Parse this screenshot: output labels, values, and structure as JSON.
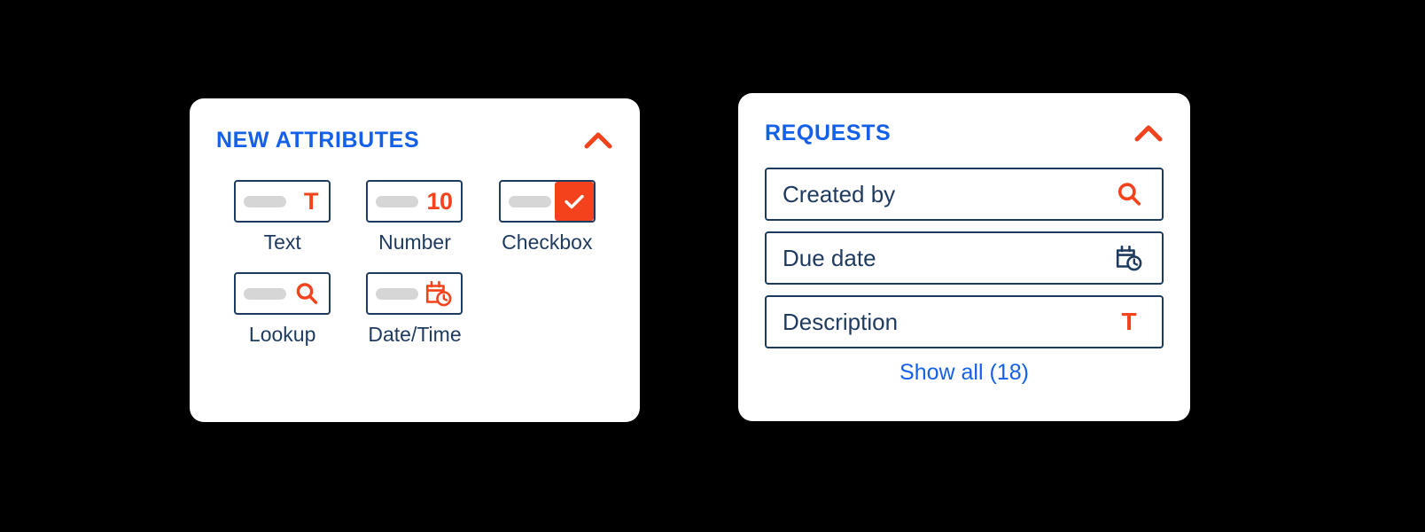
{
  "theme": {
    "background": "#000000",
    "card_background": "#ffffff",
    "accent_blue": "#1560E8",
    "accent_orange": "#F4431C",
    "navy": "#1E3A5F",
    "pill_gray": "#D6D6D6"
  },
  "attributes_panel": {
    "title": "NEW ATTRIBUTES",
    "collapse_icon": "chevron-up-icon",
    "items": [
      {
        "label": "Text",
        "glyph": "T",
        "glyph_type": "letter",
        "icon_name": "text-attribute-icon"
      },
      {
        "label": "Number",
        "glyph": "10",
        "glyph_type": "number",
        "icon_name": "number-attribute-icon"
      },
      {
        "label": "Checkbox",
        "glyph": "",
        "glyph_type": "checkbox",
        "icon_name": "checkbox-attribute-icon"
      },
      {
        "label": "Lookup",
        "glyph": "",
        "glyph_type": "search",
        "icon_name": "lookup-attribute-icon"
      },
      {
        "label": "Date/Time",
        "glyph": "",
        "glyph_type": "datetime",
        "icon_name": "datetime-attribute-icon"
      }
    ]
  },
  "requests_panel": {
    "title": "REQUESTS",
    "collapse_icon": "chevron-up-icon",
    "fields": [
      {
        "label": "Created by",
        "icon_name": "search-icon",
        "icon_color": "#F4431C"
      },
      {
        "label": "Due date",
        "icon_name": "calendar-clock-icon",
        "icon_color": "#1E3A5F"
      },
      {
        "label": "Description",
        "icon_name": "text-t-icon",
        "icon_color": "#F4431C"
      }
    ],
    "show_all_label": "Show all (18)"
  }
}
